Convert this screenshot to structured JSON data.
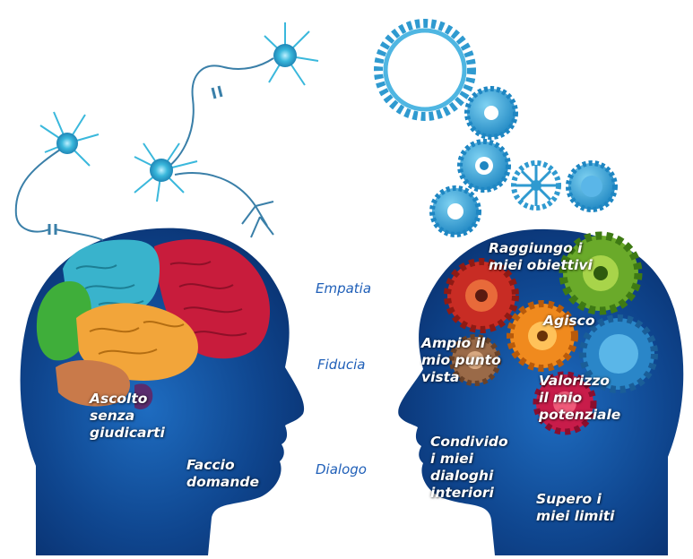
{
  "colors": {
    "head": "#0c3a82",
    "head_glow": "#1f6fc4",
    "neuron": "#3ab8dc",
    "gear_blue": "#3aa6d8",
    "mid_text": "#1f5fb8",
    "brain_red": "#c81c3c",
    "brain_teal": "#39b3cc",
    "brain_orange": "#f2a53a",
    "brain_green": "#3fae3a",
    "brain_brown": "#c97a4a"
  },
  "center": {
    "empatia": "Empatia",
    "fiducia": "Fiducia",
    "dialogo": "Dialogo"
  },
  "left_head": {
    "ascolto": "Ascolto\nsenza\ngiudicarti",
    "domande": "Faccio\ndomande"
  },
  "right_head": {
    "raggiungo": "Raggiungo i\nmiei obiettivi",
    "agisco": "Agisco",
    "ampio": "Ampio il\nmio  punto\nvista",
    "valorizzo": "Valorizzo\nil mio\npotenziale",
    "condivido": "Condivido\ni miei\ndialoghi\ninteriori",
    "supero": "Supero i\nmiei limiti"
  },
  "icons": [
    "neuron-icon",
    "gear-icon",
    "brain-icon",
    "head-silhouette-icon"
  ]
}
